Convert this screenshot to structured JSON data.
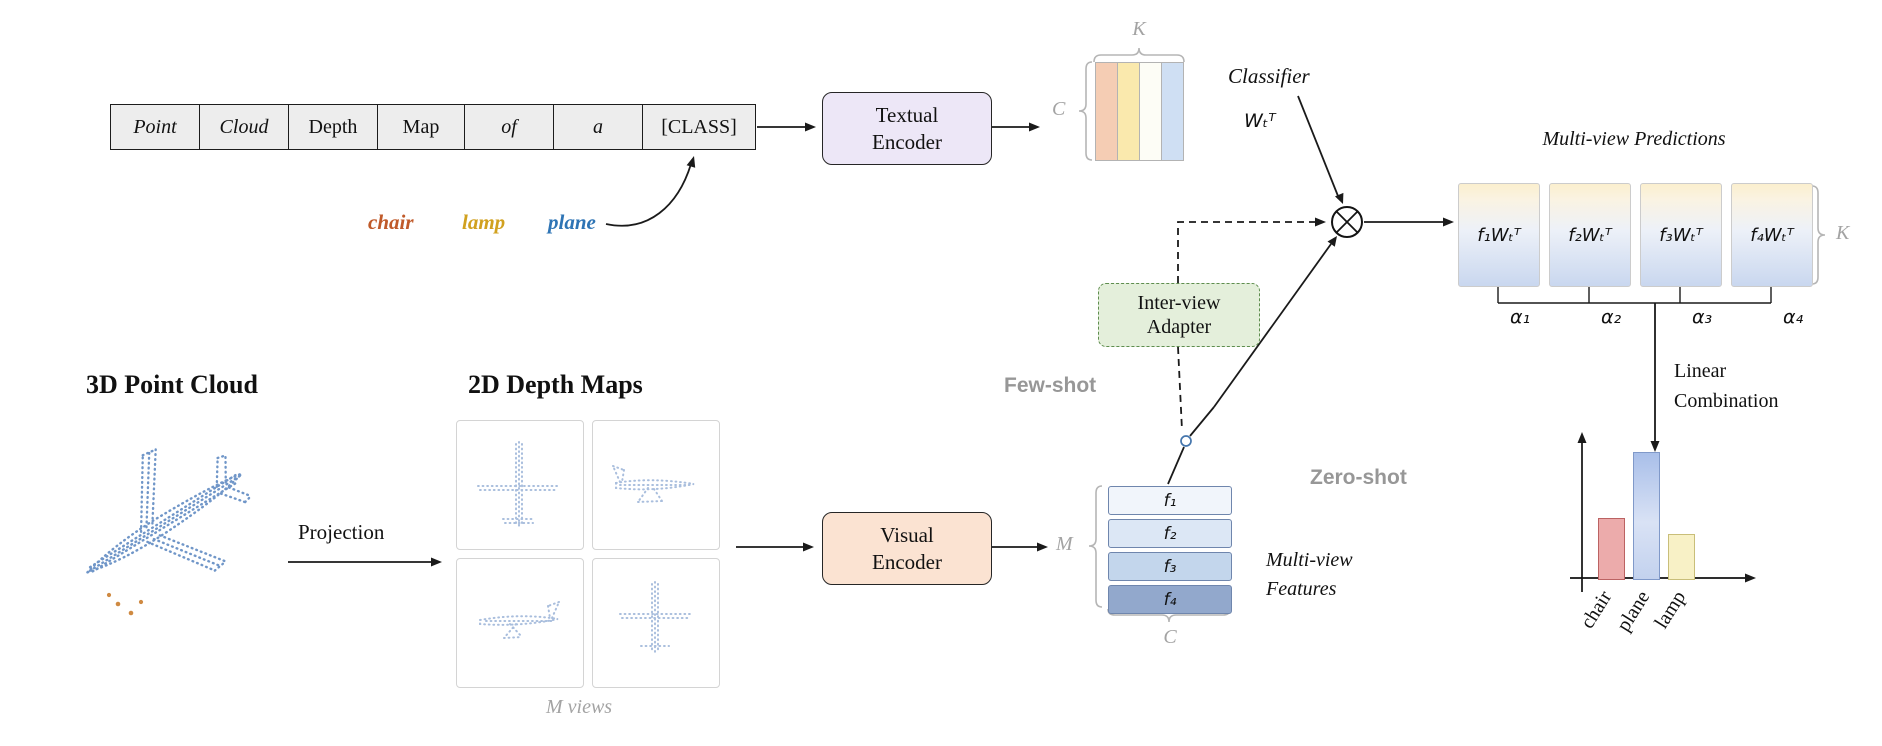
{
  "figure": {
    "prompt_table": {
      "cells": [
        "Point",
        "Cloud",
        "Depth",
        "Map",
        "of",
        "a",
        "[CLASS]"
      ]
    },
    "class_words": [
      {
        "label": "chair",
        "color": "#C05A2A"
      },
      {
        "label": "lamp",
        "color": "#D1A11F"
      },
      {
        "label": "plane",
        "color": "#2E74B5"
      }
    ],
    "textual_encoder": "Textual Encoder",
    "visual_encoder": "Visual Encoder",
    "adapter": "Inter-view Adapter",
    "classifier": {
      "title": "Classifier",
      "weight": "Wₜᵀ",
      "dim_top": "K",
      "dim_left": "C",
      "bar_colors": [
        "#F5CDB4",
        "#FAE9AD",
        "#FDFDF6",
        "#CFDFF3"
      ]
    },
    "features": {
      "caption": "Multi-view Features",
      "items": [
        "f₁",
        "f₂",
        "f₃",
        "f₄"
      ],
      "dim_left": "M",
      "dim_bottom": "C",
      "bar_colors": [
        "#F1F5FB",
        "#DCE7F5",
        "#C3D6EC",
        "#92A8CC"
      ]
    },
    "predictions": {
      "title": "Multi-view Predictions",
      "items": [
        "f₁Wₜᵀ",
        "f₂Wₜᵀ",
        "f₃Wₜᵀ",
        "f₄Wₜᵀ"
      ],
      "dim_right": "K",
      "alphas": [
        "α₁",
        "α₂",
        "α₃",
        "α₄"
      ]
    },
    "modes": {
      "few_shot": "Few-shot",
      "zero_shot": "Zero-shot"
    },
    "left_panel": {
      "pointcloud_title": "3D Point Cloud",
      "depthmaps_title": "2D Depth Maps",
      "views_caption": "M views",
      "projection": "Projection"
    },
    "linear_combination": "Linear Combination"
  },
  "chart_data": {
    "type": "bar",
    "categories": [
      "chair",
      "plane",
      "lamp"
    ],
    "values": [
      0.48,
      1.0,
      0.35
    ],
    "title": "",
    "xlabel": "",
    "ylabel": "",
    "ylim": [
      0,
      1.1
    ],
    "colors": [
      "#ECABAB",
      "#AFC4EC",
      "#F8F1C6"
    ],
    "legend": false
  }
}
